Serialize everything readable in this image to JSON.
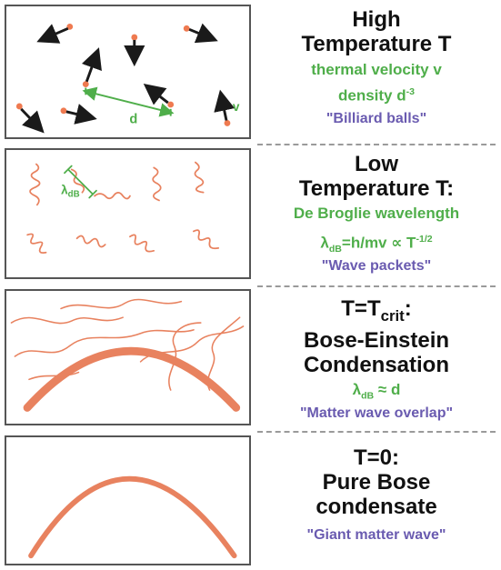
{
  "colors": {
    "particle": "#ef7a50",
    "arrow": "#1a1a1a",
    "wave": "#e8825f",
    "green": "#4fae4a",
    "purple": "#6a5bb0"
  },
  "panel1": {
    "d_label": "d",
    "v_label": "v"
  },
  "panel2": {
    "lambda_label": "λ",
    "lambda_sub": "dB"
  },
  "section1": {
    "title_line1": "High",
    "title_line2": "Temperature T",
    "line1": "thermal velocity v",
    "line2_pre": "density d",
    "line2_sup": "-3",
    "note": "\"Billiard balls\""
  },
  "section2": {
    "title_line1": "Low",
    "title_line2": "Temperature T:",
    "line1": "De Broglie wavelength",
    "formula_pre": "λ",
    "formula_sub": "dB",
    "formula_mid": "=h/mv ∝ T",
    "formula_sup": "-1/2",
    "note": "\"Wave packets\""
  },
  "section3": {
    "title_pre": "T=T",
    "title_sub": "crit",
    "title_post": ":",
    "title_line2": "Bose-Einstein",
    "title_line3": "Condensation",
    "formula_pre": "λ",
    "formula_sub": "dB",
    "formula_post": " ≈ d",
    "note": "\"Matter wave overlap\""
  },
  "section4": {
    "title_line1": "T=0:",
    "title_line2": "Pure Bose",
    "title_line3": "condensate",
    "note": "\"Giant matter wave\""
  }
}
